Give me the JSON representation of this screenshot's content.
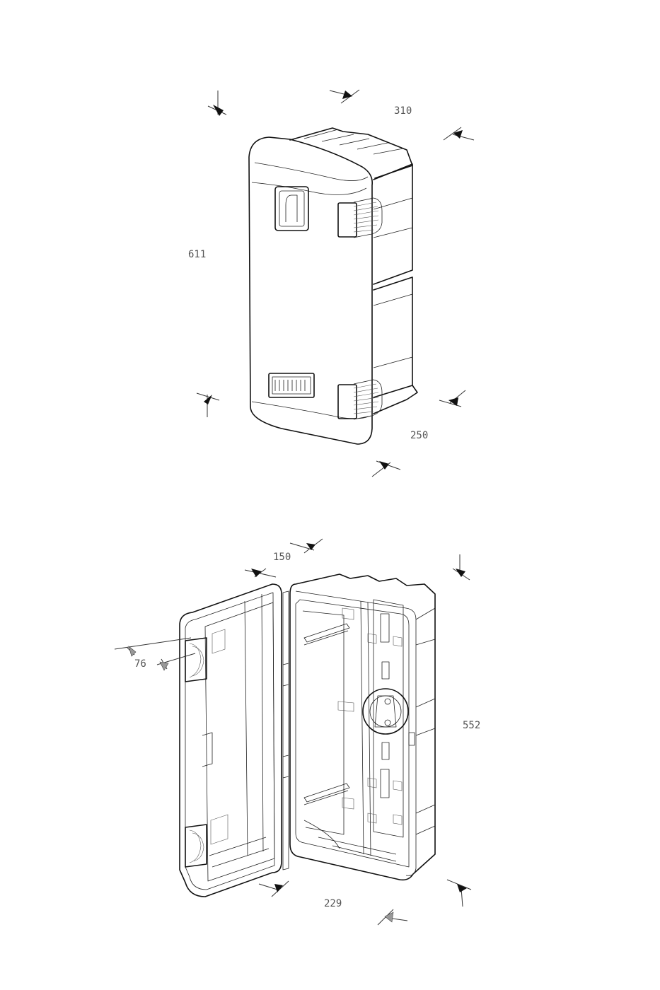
{
  "dimensions": {
    "closed_view": {
      "width": "310",
      "height": "611",
      "depth": "250"
    },
    "open_view": {
      "door_depth": "150",
      "latch_offset": "76",
      "inner_height": "552",
      "inner_width": "229"
    }
  },
  "views": [
    "closed-cabinet",
    "open-cabinet"
  ],
  "colors": {
    "line": "#111111",
    "dimension_text": "#555555",
    "background": "#ffffff"
  }
}
